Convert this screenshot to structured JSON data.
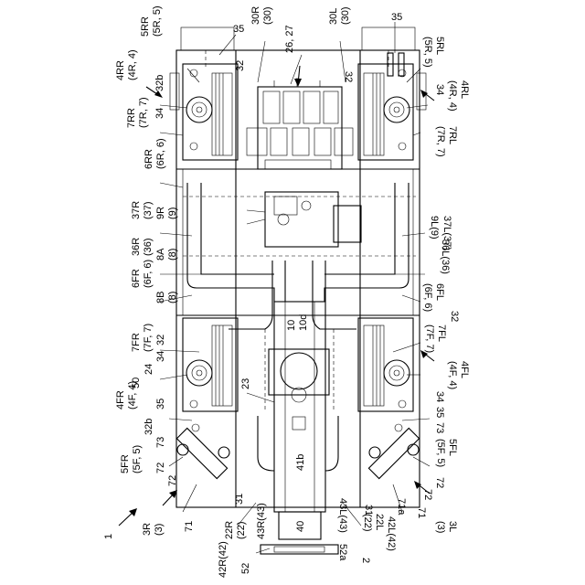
{
  "labels": {
    "l_35_top_r": "35",
    "l_30r": "30R",
    "l_30r_paren": "(30)",
    "l_26_27": "26, 27",
    "l_30l": "30L",
    "l_30l_paren": "(30)",
    "l_35_top_l": "35",
    "l_5rr": "5RR",
    "l_5rr_paren": "(5R, 5)",
    "l_5rl": "5RL",
    "l_5rl_paren": "(5R, 5)",
    "l_4rr": "4RR",
    "l_4rr_paren": "(4R, 4)",
    "l_4rl": "4RL",
    "l_4rl_paren": "(4R, 4)",
    "l_32_r": "32",
    "l_32_l": "32",
    "l_32b_r": "32b",
    "l_34_r_top": "34",
    "l_34_l_top": "34",
    "l_7rr": "7RR",
    "l_7rr_paren": "(7R, 7)",
    "l_7rl": "7RL",
    "l_7rl_paren": "(7R, 7)",
    "l_6rr": "6RR",
    "l_6rr_paren": "(6R, 6)",
    "l_37r": "37R",
    "l_37r_paren": "(37)",
    "l_9r": "9R",
    "l_9r_paren": "(9)",
    "l_9l": "9L(9)",
    "l_37l": "37L(37)",
    "l_36r": "36R",
    "l_36r_paren": "(36)",
    "l_8a": "8A",
    "l_8a_paren": "(8)",
    "l_36l": "36L(36)",
    "l_6fr": "6FR",
    "l_6fr_paren": "(6F, 6)",
    "l_8b": "8B",
    "l_8b_paren": "(8)",
    "l_6fl": "6FL",
    "l_6fl_paren": "(6F, 6)",
    "l_10": "10",
    "l_10d": "10d",
    "l_7fr": "7FR",
    "l_7fr_paren": "(7F, 7)",
    "l_7fl": "7FL",
    "l_7fl_paren": "(7F, 7)",
    "l_32_fl": "32",
    "l_32_fr": "32",
    "l_24": "24",
    "l_50": "50",
    "l_34_fr": "34",
    "l_4fr": "4FR",
    "l_4fr_paren": "(4F, 4)",
    "l_4fl": "4FL",
    "l_4fl_paren": "(4F, 4)",
    "l_35_fr": "35",
    "l_23": "23",
    "l_35_fl": "35",
    "l_34_fl": "34",
    "l_32b_fr": "32b",
    "l_73_r": "73",
    "l_73_l": "73",
    "l_5fr": "5FR",
    "l_5fr_paren": "(5F, 5)",
    "l_5fl": "5FL",
    "l_5fl_paren": "(5F, 5)",
    "l_72_r1": "72",
    "l_72_r2": "72",
    "l_72_l1": "72",
    "l_72_l2": "72",
    "l_41b": "41b",
    "l_31_r": "31",
    "l_31_l": "31",
    "l_3r": "3R",
    "l_3r_paren": "(3)",
    "l_3l": "3L",
    "l_3l_paren": "(3)",
    "l_71_r": "71",
    "l_71_l": "71",
    "l_71a": "71a",
    "l_1": "1",
    "l_22r": "22R",
    "l_22r_paren": "(22)",
    "l_43r": "43R(43)",
    "l_40": "40",
    "l_43l": "43L(43)",
    "l_22l": "22L",
    "l_22l_paren": "(22)",
    "l_42l": "42L(42)",
    "l_42r": "42R(42)",
    "l_52": "52",
    "l_52a": "52a",
    "l_2": "2"
  }
}
